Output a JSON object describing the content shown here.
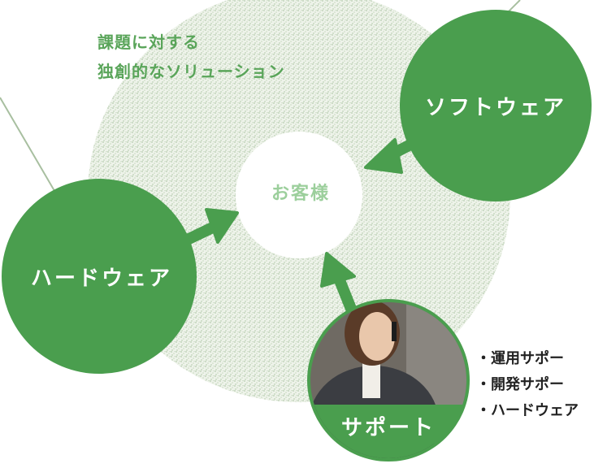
{
  "diagram": {
    "tagline": [
      "課題に対する",
      "独創的なソリューション"
    ],
    "center_label": "お客様",
    "nodes": {
      "software": "ソフトウェア",
      "hardware": "ハードウェア",
      "support": "サポート"
    },
    "support_items": [
      "運用サポー",
      "開発サポー",
      "ハードウェア"
    ],
    "colors": {
      "node_green": "#4a9e4e",
      "ring_speckle": "#d4e4cc",
      "arrow_green": "#4a9e4e"
    }
  }
}
